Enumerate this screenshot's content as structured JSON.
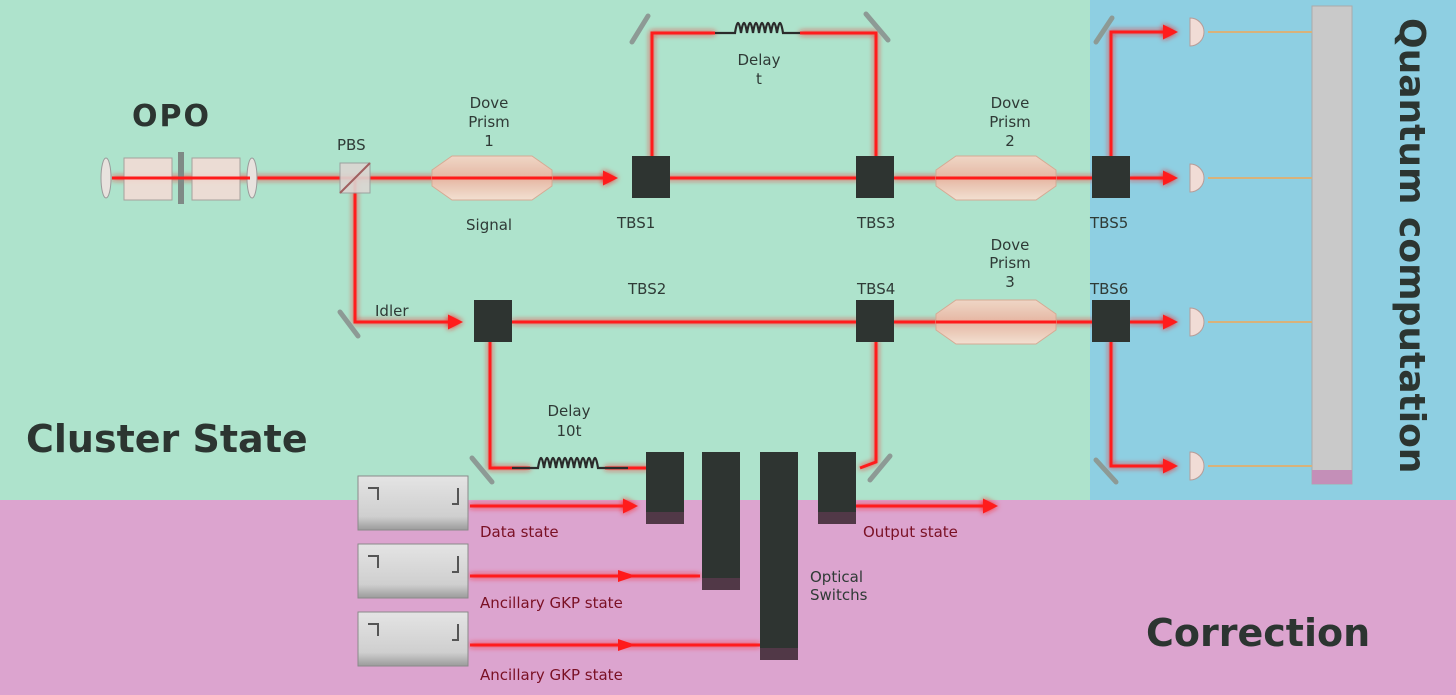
{
  "labels": {
    "opo": "OPO",
    "pbs": "PBS",
    "dove1": [
      "Dove",
      "Prism",
      "1"
    ],
    "dove2": [
      "Dove",
      "Prism",
      "2"
    ],
    "dove3": [
      "Dove",
      "Prism",
      "3"
    ],
    "delay_t": [
      "Delay",
      "t"
    ],
    "delay_10t": [
      "Delay",
      "10t"
    ],
    "signal": "Signal",
    "idler": "Idler",
    "tbs1": "TBS1",
    "tbs2": "TBS2",
    "tbs3": "TBS3",
    "tbs4": "TBS4",
    "tbs5": "TBS5",
    "tbs6": "TBS6",
    "data_state": "Data state",
    "ancillary_gkp_1": "Ancillary GKP state",
    "ancillary_gkp_2": "Ancillary GKP state",
    "optical_switches": [
      "Optical",
      "Switchs"
    ],
    "output_state": "Output state"
  },
  "regions": {
    "cluster_state": "Cluster State",
    "quantum_computation": "Quantum computation",
    "correction": "Correction"
  },
  "colors": {
    "cluster_bg": "#aee3cc",
    "quantum_bg": "#8ecfe2",
    "correction_bg": "#dca4cf",
    "beam": "#ff1a1a",
    "pump": "#22dd22",
    "block": "#2e3431"
  }
}
